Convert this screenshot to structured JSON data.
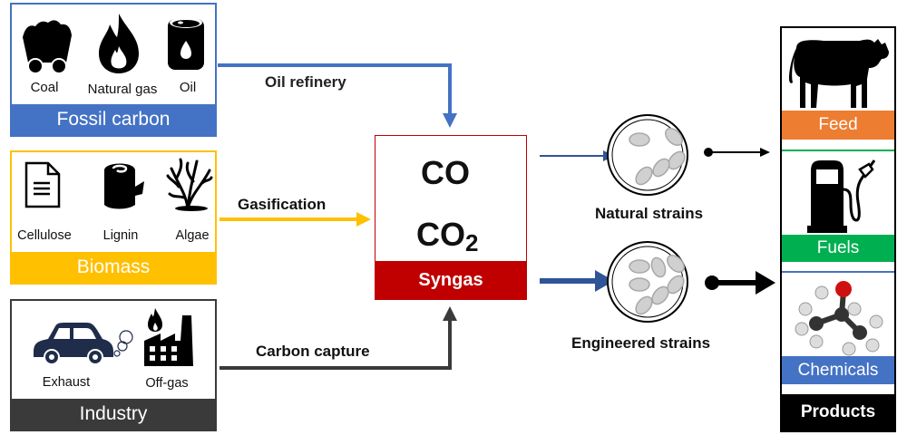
{
  "colors": {
    "fossil": "#4472c4",
    "biomass": "#ffc000",
    "industry": "#3a3a3a",
    "syngas": "#c00000",
    "feed": "#ed7d31",
    "fuels": "#00b050",
    "chemicals": "#4472c4",
    "products": "#000000",
    "strain_arrow": "#2f5597"
  },
  "sources": [
    {
      "title": "Fossil carbon",
      "items": [
        {
          "icon": "coal-cart-icon",
          "label": "Coal"
        },
        {
          "icon": "flame-icon",
          "label": "Natural gas"
        },
        {
          "icon": "oil-barrel-icon",
          "label": "Oil"
        }
      ]
    },
    {
      "title": "Biomass",
      "items": [
        {
          "icon": "document-icon",
          "label": "Cellulose"
        },
        {
          "icon": "log-icon",
          "label": "Lignin"
        },
        {
          "icon": "algae-icon",
          "label": "Algae"
        }
      ]
    },
    {
      "title": "Industry",
      "items": [
        {
          "icon": "car-exhaust-icon",
          "label": "Exhaust"
        },
        {
          "icon": "factory-icon",
          "label": "Off-gas"
        }
      ]
    }
  ],
  "processes": {
    "oil_refinery": "Oil refinery",
    "gasification": "Gasification",
    "carbon_capture": "Carbon capture"
  },
  "syngas": {
    "line1": "CO",
    "line2_base": "CO",
    "line2_sub": "2",
    "title": "Syngas"
  },
  "strains": {
    "natural": "Natural strains",
    "engineered": "Engineered strains"
  },
  "products": {
    "title": "Products",
    "items": [
      {
        "icon": "cow-icon",
        "label": "Feed"
      },
      {
        "icon": "fuel-pump-icon",
        "label": "Fuels"
      },
      {
        "icon": "molecule-icon",
        "label": "Chemicals"
      }
    ]
  }
}
